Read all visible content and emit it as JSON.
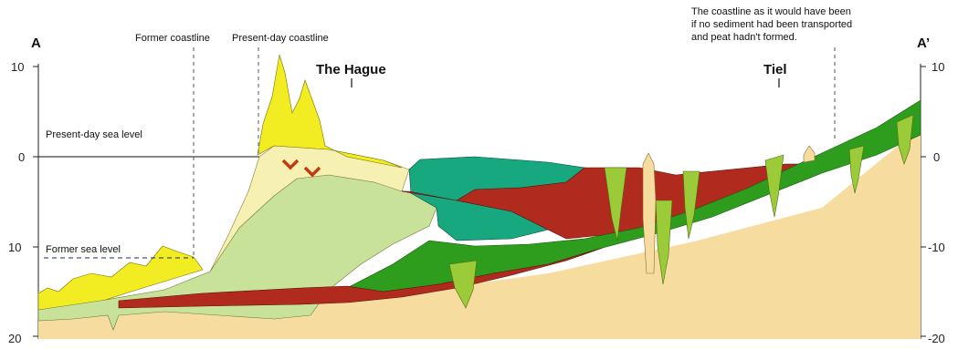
{
  "section": {
    "start_label": "A",
    "end_label": "A’"
  },
  "left_axis": {
    "ticks": [
      {
        "label": "10",
        "value": 10
      },
      {
        "label": "0",
        "value": 0
      },
      {
        "label": "10",
        "value": -10
      },
      {
        "label": "20",
        "value": -20
      }
    ]
  },
  "right_axis": {
    "ticks": [
      {
        "label": "10",
        "value": 10
      },
      {
        "label": "0",
        "value": 0
      },
      {
        "label": "-10",
        "value": -10
      },
      {
        "label": "-20",
        "value": -20
      }
    ]
  },
  "labels": {
    "former_coastline": "Former coastline",
    "present_coastline": "Present-day coastline",
    "present_sea_level": "Present-day sea level",
    "former_sea_level": "Former sea level",
    "hypothetical_coast": [
      "The coastline as it would have been",
      "if no sediment had been transported",
      "and peat hadn't formed."
    ]
  },
  "places": {
    "the_hague": "The Hague",
    "tiel": "Tiel"
  },
  "colors": {
    "pleistocene_sand": "#f7dca0",
    "dune_sand": "#f2ec22",
    "pale_sand": "#f6f1b2",
    "light_green": "#c8e29a",
    "teal": "#17a880",
    "dark_green": "#2e9d1e",
    "olive_green": "#9ccb3a",
    "peat_red": "#b12a1e"
  }
}
